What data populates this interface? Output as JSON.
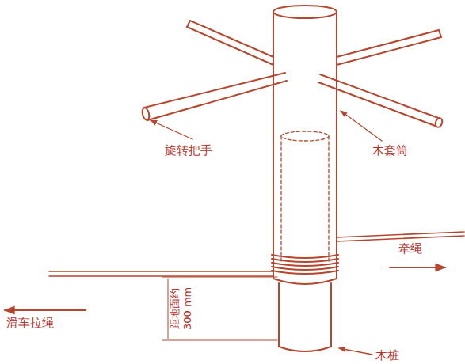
{
  "diagram": {
    "labels": [
      "旋转把手",
      "木套筒",
      "牵绳",
      "滑车拉绳",
      "距地面约",
      "300 mm",
      "木桩"
    ]
  }
}
